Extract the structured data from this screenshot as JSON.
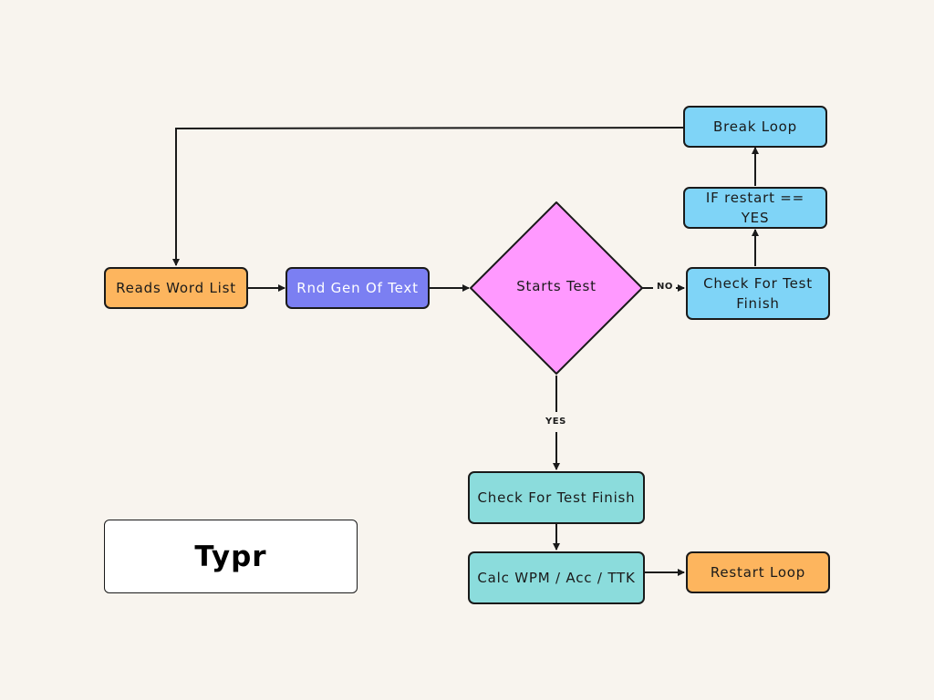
{
  "colors": {
    "background": "#f8f4ee",
    "orange": "#fdb55e",
    "purple": "#7b7ff2",
    "pink": "#ff99ff",
    "sky": "#7fd4f7",
    "teal": "#8bdcdc",
    "stroke": "#1a1a1a"
  },
  "title": "Typr",
  "nodes": {
    "reads_word_list": "Reads Word List",
    "rnd_gen_text": "Rnd Gen Of Text",
    "starts_test": "Starts Test",
    "check_finish_right": "Check For Test Finish",
    "if_restart": "IF restart == YES",
    "break_loop": "Break Loop",
    "check_finish_bottom": "Check For Test Finish",
    "calc_wpm": "Calc WPM / Acc / TTK",
    "restart_loop": "Restart Loop"
  },
  "edge_labels": {
    "no": "NO",
    "yes": "YES"
  }
}
